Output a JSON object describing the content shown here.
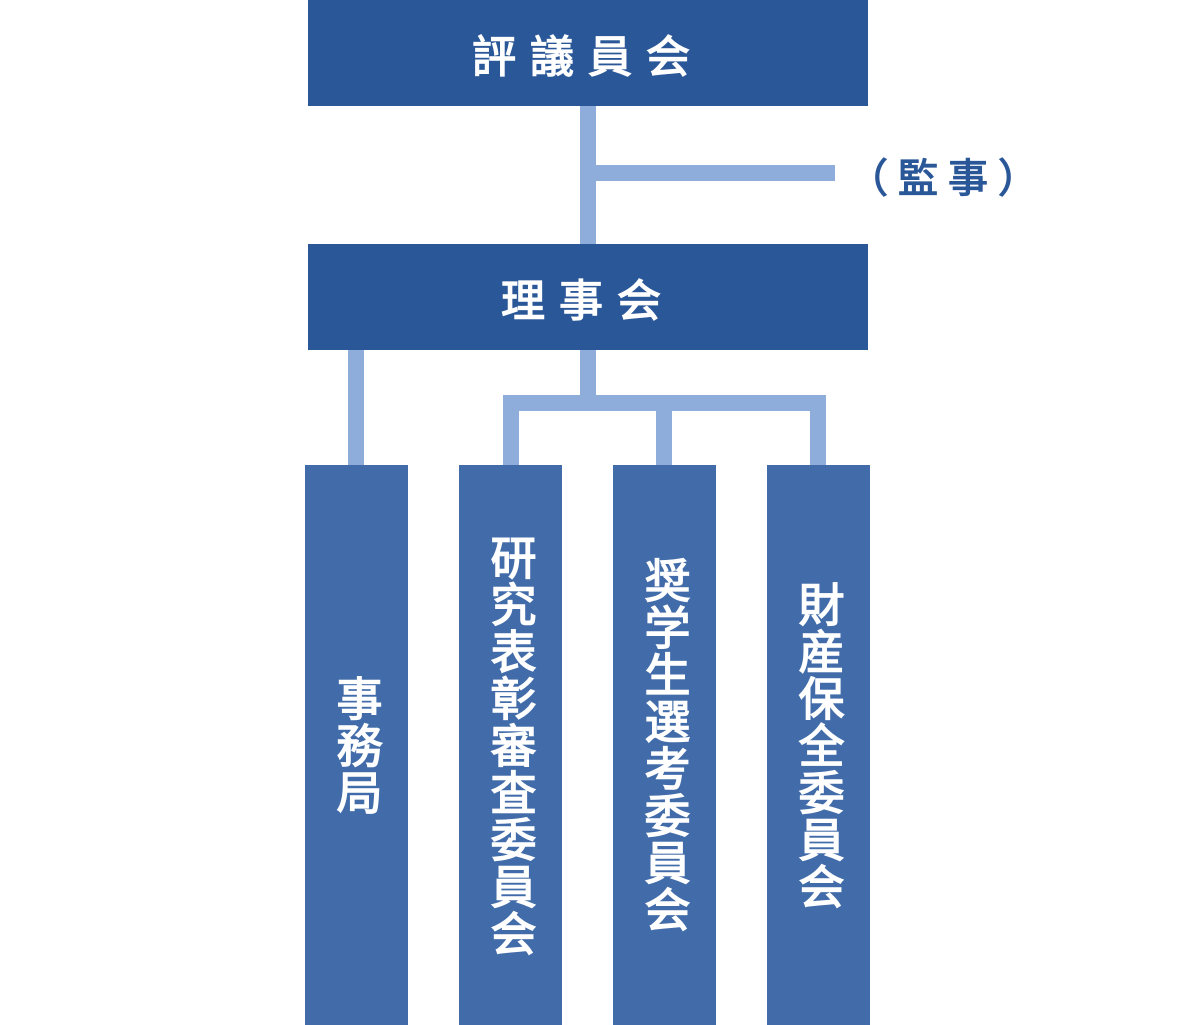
{
  "nodes": {
    "council": "評議員会",
    "auditor": "（監事）",
    "board": "理事会",
    "secretariat": "事務局",
    "research_award_committee": "研究表彰審査委員会",
    "scholarship_committee": "奨学生選考委員会",
    "asset_committee": "財産保全委員会"
  },
  "colors": {
    "top_box": "#2a5798",
    "bottom_box": "#416ca9",
    "connector": "#8eaddb"
  }
}
